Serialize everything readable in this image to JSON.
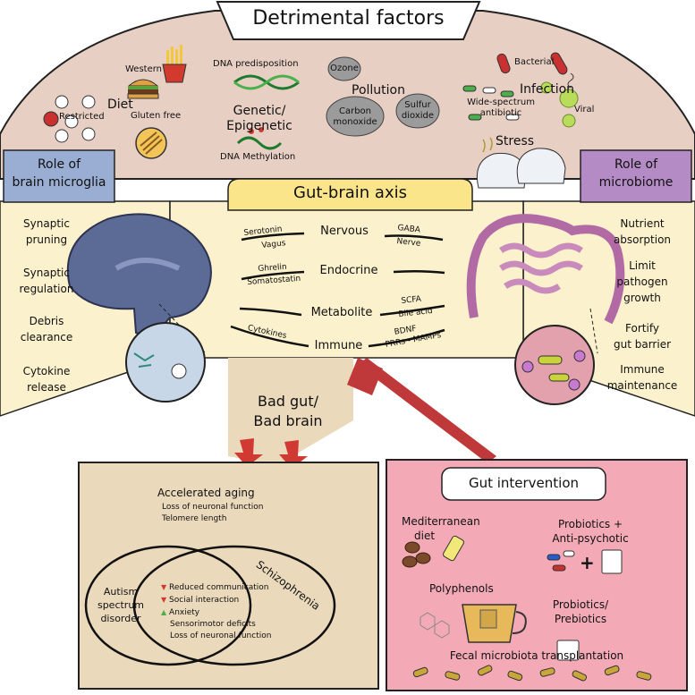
{
  "header": {
    "title": "Detrimental factors"
  },
  "detrimental": {
    "diet": {
      "label": "Diet",
      "western": "Western",
      "restricted": "Restricted",
      "gluten_free": "Gluten free"
    },
    "genetic": {
      "label_line1": "Genetic/",
      "label_line2": "Epigenetic",
      "dna_predisposition": "DNA predisposition",
      "dna_methylation": "DNA Methylation"
    },
    "pollution": {
      "label": "Pollution",
      "ozone": "Ozone",
      "carbon_line1": "Carbon",
      "carbon_line2": "monoxide",
      "sulfur_line1": "Sulfur",
      "sulfur_line2": "dioxide"
    },
    "infection": {
      "label": "Infection",
      "bacterial": "Bacterial",
      "viral": "Viral",
      "antibiotic_line1": "Wide-spectrum",
      "antibiotic_line2": "antibiotic"
    },
    "stress": {
      "label": "Stress"
    }
  },
  "microglia": {
    "title_line1": "Role of",
    "title_line2": "brain microglia",
    "roles": [
      {
        "line1": "Synaptic",
        "line2": "pruning"
      },
      {
        "line1": "Synaptic",
        "line2": "regulation"
      },
      {
        "line1": "Debris",
        "line2": "clearance"
      },
      {
        "line1": "Cytokine",
        "line2": "release"
      }
    ]
  },
  "microbiome": {
    "title_line1": "Role of",
    "title_line2": "microbiome",
    "roles": [
      {
        "line1": "Nutrient",
        "line2": "absorption"
      },
      {
        "line1": "Limit",
        "line2": "pathogen",
        "line3": "growth"
      },
      {
        "line1": "Fortify",
        "line2": "gut barrier"
      },
      {
        "line1": "Immune",
        "line2": "maintenance"
      }
    ]
  },
  "axis": {
    "title": "Gut-brain axis",
    "pathways": [
      {
        "name": "Nervous",
        "left_top": "Serotonin",
        "left_bottom": "Vagus",
        "right_top": "GABA",
        "right_bottom": "Nerve"
      },
      {
        "name": "Endocrine",
        "left_top": "Ghrelin",
        "left_bottom": "Somatostatin"
      },
      {
        "name": "Metabolite",
        "right_top": "SCFA",
        "right_bottom": "Bile acid"
      },
      {
        "name": "Immune",
        "left_top": "Cytokines",
        "right_top": "BDNF",
        "right_bottom": "PRRs - MAMPs"
      }
    ]
  },
  "bad": {
    "line1": "Bad gut/",
    "line2": "Bad brain"
  },
  "aging": {
    "title": "Accelerated aging",
    "items": [
      "Loss of neuronal function",
      "Telomere length"
    ]
  },
  "venn": {
    "autism_line1": "Autism",
    "autism_line2": "spectrum",
    "autism_line3": "disorder",
    "schizophrenia": "Schizophrenia",
    "overlap": [
      {
        "text": "Reduced communication",
        "mark": "down-arrow-icon"
      },
      {
        "text": "Social interaction",
        "mark": "down-arrow-icon"
      },
      {
        "text": "Anxiety",
        "mark": "up-arrow-icon"
      },
      {
        "text": "Sensorimotor deficits",
        "mark": ""
      },
      {
        "text": "Loss of neuronal function",
        "mark": ""
      }
    ]
  },
  "intervention": {
    "title": "Gut intervention",
    "mediterranean_line1": "Mediterranean",
    "mediterranean_line2": "diet",
    "probiotics_psy_line1": "Probiotics +",
    "probiotics_psy_line2": "Anti-psychotic",
    "polyphenols": "Polyphenols",
    "prebiotics_line1": "Probiotics/",
    "prebiotics_line2": "Prebiotics",
    "fecal": "Fecal microbiota transplantation"
  },
  "colors": {
    "detrimental_bg": "#e8cfc4",
    "axis_bg": "#fbf1cc",
    "axis_title_bg": "#fbe58a",
    "microglia_title": "#9aaed3",
    "microbiome_title": "#b58bc6",
    "bad_gut_bg": "#ead9bb",
    "intervention_bg": "#f3aab6",
    "inhibit_red": "#c0393a",
    "arrow_red": "#d03a32",
    "up_green": "#4bb04b"
  }
}
